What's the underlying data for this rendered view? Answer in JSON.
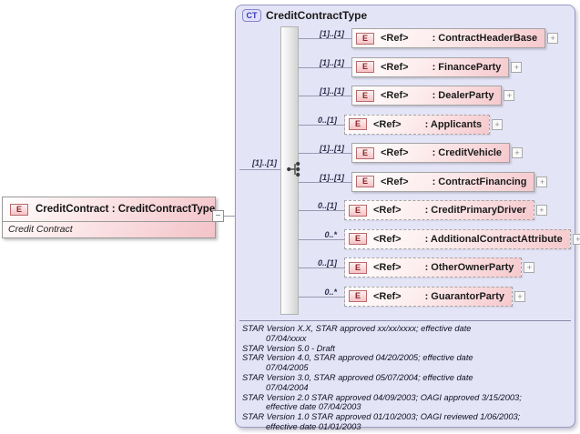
{
  "root_element": {
    "icon": "E",
    "title": "CreditContract : CreditContractType",
    "annotation": "Credit Contract",
    "collapse_label": "−"
  },
  "complex_type": {
    "badge": "CT",
    "title": "CreditContractType",
    "compositor": {
      "kind": "sequence",
      "cardinality": "[1]..[1]"
    },
    "elements": [
      {
        "icon": "E",
        "ref_label": "<Ref>",
        "name_label": ": ContractHeaderBase",
        "cardinality": "[1]..[1]",
        "optional": false,
        "expand_label": "+"
      },
      {
        "icon": "E",
        "ref_label": "<Ref>",
        "name_label": ": FinanceParty",
        "cardinality": "[1]..[1]",
        "optional": false,
        "expand_label": "+"
      },
      {
        "icon": "E",
        "ref_label": "<Ref>",
        "name_label": ": DealerParty",
        "cardinality": "[1]..[1]",
        "optional": false,
        "expand_label": "+"
      },
      {
        "icon": "E",
        "ref_label": "<Ref>",
        "name_label": ": Applicants",
        "cardinality": "0..[1]",
        "optional": true,
        "expand_label": "+"
      },
      {
        "icon": "E",
        "ref_label": "<Ref>",
        "name_label": ": CreditVehicle",
        "cardinality": "[1]..[1]",
        "optional": false,
        "expand_label": "+"
      },
      {
        "icon": "E",
        "ref_label": "<Ref>",
        "name_label": ": ContractFinancing",
        "cardinality": "[1]..[1]",
        "optional": false,
        "expand_label": "+"
      },
      {
        "icon": "E",
        "ref_label": "<Ref>",
        "name_label": ": CreditPrimaryDriver",
        "cardinality": "0..[1]",
        "optional": true,
        "expand_label": "+"
      },
      {
        "icon": "E",
        "ref_label": "<Ref>",
        "name_label": ": AdditionalContractAttribute",
        "cardinality": "0..*",
        "optional": true,
        "expand_label": "+"
      },
      {
        "icon": "E",
        "ref_label": "<Ref>",
        "name_label": ": OtherOwnerParty",
        "cardinality": "0..[1]",
        "optional": true,
        "expand_label": "+"
      },
      {
        "icon": "E",
        "ref_label": "<Ref>",
        "name_label": ": GuarantorParty",
        "cardinality": "0..*",
        "optional": true,
        "expand_label": "+"
      }
    ],
    "version_history": [
      {
        "text": "STAR Version X.X, STAR approved xx/xx/xxxx; effective date",
        "indent": false
      },
      {
        "text": "07/04/xxxx",
        "indent": true
      },
      {
        "text": "STAR Version 5.0 - Draft",
        "indent": false
      },
      {
        "text": "STAR Version 4.0, STAR approved 04/20/2005; effective date",
        "indent": false
      },
      {
        "text": "07/04/2005",
        "indent": true
      },
      {
        "text": "STAR Version 3.0, STAR approved 05/07/2004; effective date",
        "indent": false
      },
      {
        "text": "07/04/2004",
        "indent": true
      },
      {
        "text": "STAR Version 2.0 STAR approved 04/09/2003; OAGI approved 3/15/2003;",
        "indent": false
      },
      {
        "text": "effective date 07/04/2003",
        "indent": true
      },
      {
        "text": "STAR Version 1.0 STAR approved 01/10/2003; OAGI reviewed 1/06/2003;",
        "indent": false
      },
      {
        "text": "effective date 01/01/2003",
        "indent": true
      }
    ],
    "colors": {
      "panel_bg": "#e4e4f7",
      "element_fill": "#f5c9cd",
      "element_icon_border": "#b96a6a",
      "ct_badge_text": "#3939b3",
      "connector": "#9898b0"
    }
  }
}
